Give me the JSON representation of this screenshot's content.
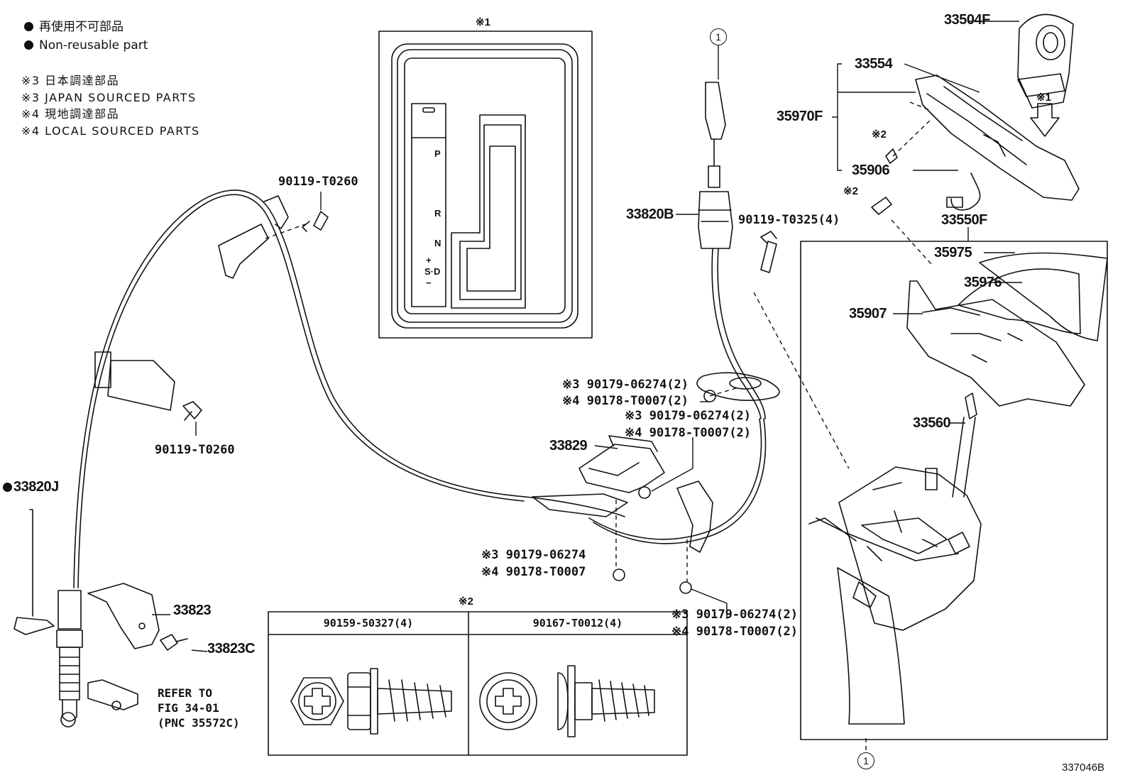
{
  "legend": {
    "non_reusable_jp": "再使用不可部品",
    "non_reusable_en": "Non-reusable part",
    "note3_jp": "※3 日本調達部品",
    "note3_en": "※3 JAPAN SOURCED PARTS",
    "note4_jp": "※4 現地調達部品",
    "note4_en": "※4 LOCAL SOURCED PARTS"
  },
  "inset1": {
    "marker": "※1",
    "gates": [
      "P",
      "R",
      "N",
      "+",
      "S·D",
      "−"
    ]
  },
  "inset2": {
    "marker": "※2",
    "columns": [
      "90159-50327(4)",
      "90167-T0012(4)"
    ]
  },
  "parts": {
    "p33504F": "33504F",
    "p33554": "33554",
    "p35970F": "35970F",
    "p35906": "35906",
    "p33550F": "33550F",
    "p35975": "35975",
    "p35976": "35976",
    "p35907": "35907",
    "p33560": "33560",
    "p33820B": "33820B",
    "p90119_T0325": "90119-T0325(4)",
    "p90119_T0260_top": "90119-T0260",
    "p90119_T0260_mid": "90119-T0260",
    "p33820J": "33820J",
    "p33823": "33823",
    "p33823C": "33823C",
    "p33829": "33829",
    "nut_a3": "90179-06274(2)",
    "nut_a4": "90178-T0007(2)",
    "nut_b3": "90179-06274(2)",
    "nut_b4": "90178-T0007(2)",
    "nut_c3": "90179-06274",
    "nut_c4": "90178-T0007",
    "nut_d3": "90179-06274(2)",
    "nut_d4": "90178-T0007(2)"
  },
  "markers": {
    "m3": "※3",
    "m4": "※4",
    "m1": "※1",
    "m2": "※2",
    "circle1": "1"
  },
  "refer": "REFER TO\nFIG 34-01\n(PNC 35572C)",
  "diagram_id": "337046B"
}
